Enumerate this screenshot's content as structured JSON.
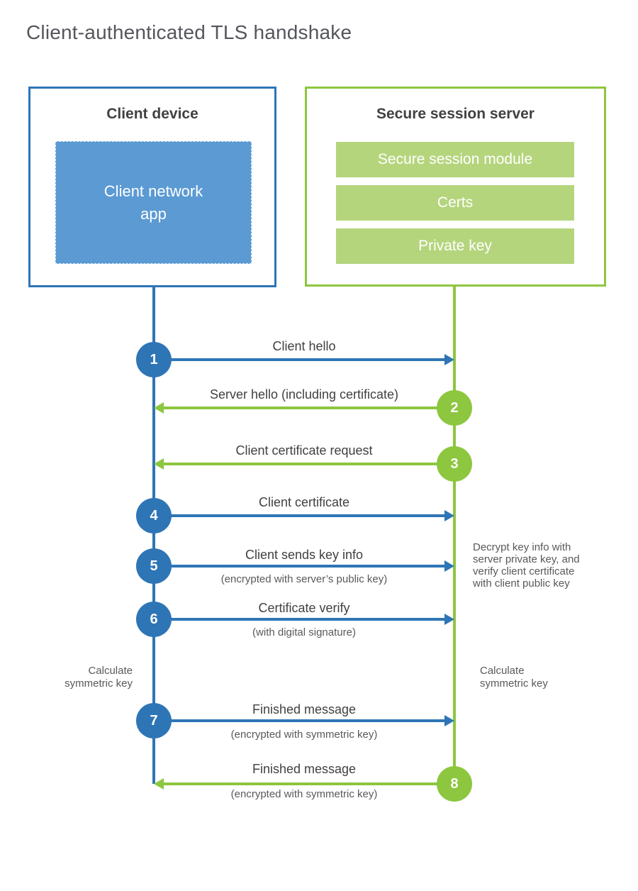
{
  "title": "Client-authenticated TLS handshake",
  "colors": {
    "blue": "#2e75b6",
    "blue_fill": "#5b9ad3",
    "green": "#8dc63f",
    "green_fill": "#b5d57d"
  },
  "client": {
    "title": "Client device",
    "app_label": "Client network\napp"
  },
  "server": {
    "title": "Secure session server",
    "modules": [
      {
        "label": "Secure session module"
      },
      {
        "label": "Certs"
      },
      {
        "label": "Private key"
      }
    ]
  },
  "messages": [
    {
      "num": "1",
      "label": "Client hello",
      "actor": "client"
    },
    {
      "num": "2",
      "label": "Server hello (including certificate)",
      "actor": "server"
    },
    {
      "num": "3",
      "label": "Client certificate request",
      "actor": "server"
    },
    {
      "num": "4",
      "label": "Client certificate",
      "actor": "client"
    },
    {
      "num": "5",
      "label": "Client sends key info",
      "sub": "(encrypted with server’s public key)",
      "actor": "client"
    },
    {
      "num": "6",
      "label": "Certificate verify",
      "sub": "(with digital signature)",
      "actor": "client"
    },
    {
      "num": "7",
      "label": "Finished message",
      "sub": "(encrypted with symmetric key)",
      "actor": "client"
    },
    {
      "num": "8",
      "label": "Finished message",
      "sub": "(encrypted with symmetric key)",
      "actor": "server"
    }
  ],
  "notes": {
    "decrypt": "Decrypt key info with\nserver private key, and\nverify client certificate\nwith client public key",
    "calc_left": "Calculate\nsymmetric key",
    "calc_right": "Calculate\nsymmetric key"
  }
}
